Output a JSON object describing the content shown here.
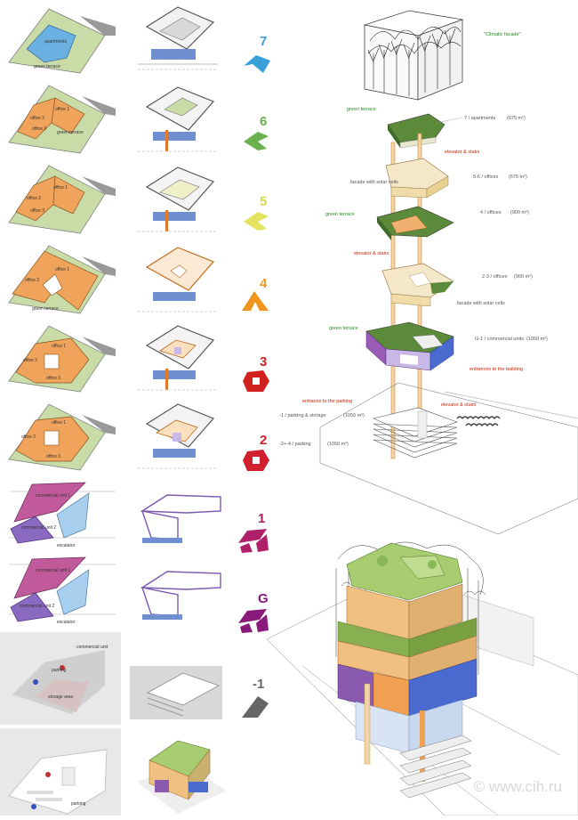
{
  "levels": [
    {
      "label": "7",
      "color": "#3aa0d8"
    },
    {
      "label": "6",
      "color": "#6ab04c"
    },
    {
      "label": "5",
      "color": "#d8d84a"
    },
    {
      "label": "4",
      "color": "#f0961e"
    },
    {
      "label": "3",
      "color": "#d02020"
    },
    {
      "label": "2",
      "color": "#d02030"
    },
    {
      "label": "1",
      "color": "#b0206a"
    },
    {
      "label": "G",
      "color": "#8a1a7a"
    },
    {
      "label": "-1",
      "color": "#666666"
    }
  ],
  "plans": {
    "p7": [
      "apartments",
      "green terrace"
    ],
    "p6": [
      "office 1",
      "office 2",
      "office 3",
      "green terrace"
    ],
    "p5": [
      "office 1",
      "office 2",
      "office 3"
    ],
    "p4": [
      "office 1",
      "office 2",
      "green terrace"
    ],
    "p3": [
      "office 1",
      "office 2",
      "office 3"
    ],
    "p2": [
      "office 1",
      "office 2",
      "office 3"
    ],
    "p1": [
      "commercial unit 1",
      "commercial unit 2",
      "escalator"
    ],
    "pg": [
      "commercial unit 1",
      "commercial unit 2",
      "escalator"
    ],
    "pm1": [
      "commercial unit",
      "parking",
      "storage area"
    ],
    "pm2": [
      "parking"
    ]
  },
  "diagram": {
    "climatic_facade": "\"Climatic facade\"",
    "green_terrace": "green terrace",
    "apartments": "7 / apartments",
    "apartments_area": "(675 m²)",
    "elevator_stairs": "elevator & stairs",
    "facade_solar": "facade with solar cells",
    "offices_56": "5-6 / offices",
    "offices_56_area": "(675 m²)",
    "offices_4": "4 / offices",
    "offices_4_area": "(900 m²)",
    "offices_23": "2-3 / offices",
    "offices_23_area": "(900 m²)",
    "commercial": "G-1 / commercial units",
    "commercial_area": "(1050 m²)",
    "entrance_building": "entrances to the building",
    "entrance_parking": "entrance to the parking",
    "parking_storage": "-1 / parking & storage",
    "parking_storage_area": "(1050 m²)",
    "parking": "-2+-4 / parking",
    "parking_area": "(1050 m²)"
  },
  "watermark": "© www.cih.ru"
}
